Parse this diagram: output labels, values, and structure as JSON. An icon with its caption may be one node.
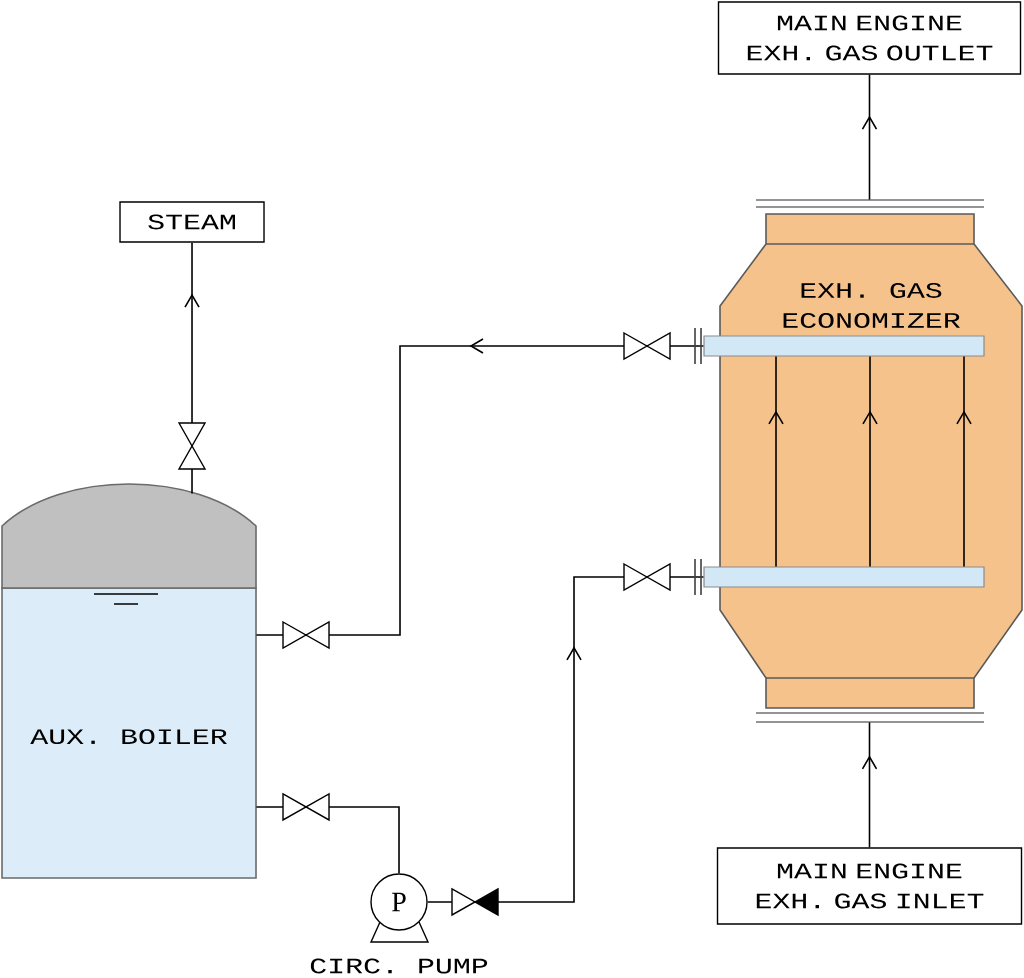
{
  "diagram": {
    "nodes": [
      {
        "text": [
          "MAIN ENGINE EXH. GAS OUTLET"
        ]
      },
      {
        "text": [
          "STEAM"
        ]
      },
      {
        "text": [
          "EXH. GAS ECONOMIZER"
        ]
      },
      {
        "text": [],
        "shape": "bar",
        "in": 2
      },
      {
        "text": [
          "AUX. BOILER"
        ]
      },
      {
        "text": [],
        "shape": "bar",
        "in": 2
      },
      {
        "text": [
          "P"
        ],
        "beside": [
          "CIRC. PUMP"
        ]
      },
      {
        "text": [
          "MAIN ENGINE EXH. GAS INLET"
        ]
      }
    ],
    "edges": [
      {
        "from": 4,
        "to": 1,
        "arrow": "to"
      },
      {
        "from": 3,
        "to": 4,
        "arrow": "to"
      },
      {
        "from": 4,
        "to": 6,
        "arrow": "none"
      },
      {
        "from": 6,
        "to": 5,
        "arrow": "to"
      },
      {
        "from": 5,
        "to": 3,
        "arrow": "to"
      },
      {
        "from": 5,
        "to": 3,
        "arrow": "to"
      },
      {
        "from": 5,
        "to": 3,
        "arrow": "to"
      },
      {
        "from": 7,
        "to": 2,
        "arrow": "to"
      },
      {
        "from": 2,
        "to": 0,
        "arrow": "to"
      }
    ]
  }
}
